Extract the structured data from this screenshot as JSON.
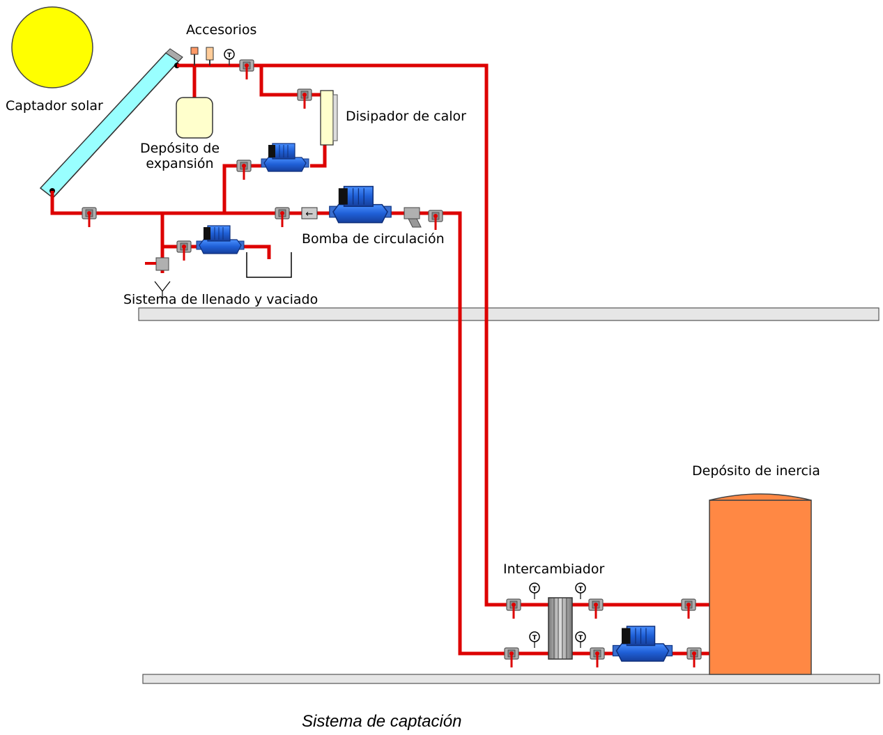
{
  "labels": {
    "captador": "Captador solar",
    "accesorios": "Accesorios",
    "disipador": "Disipador de calor",
    "deposito_expansion_line1": "Depósito de",
    "deposito_expansion_line2": "expansión",
    "bomba": "Bomba de circulación",
    "llenado": "Sistema de llenado y vaciado",
    "deposito_inercia": "Depósito de inercia",
    "intercambiador": "Intercambiador"
  },
  "caption": "Sistema de captación",
  "icons": {
    "gauge_symbol": "T",
    "check_valve_symbol": "←"
  },
  "colors": {
    "pipe": "#dd0000",
    "pipe_dark": "#8a0000",
    "sun": "#ffff00",
    "collector": "#88ffff",
    "pump": "#2266dd",
    "tank": "#ff8844",
    "expansion_tank": "#ffffcc",
    "fitting": "#aaaaaa",
    "floor": "#e6e6e6"
  }
}
